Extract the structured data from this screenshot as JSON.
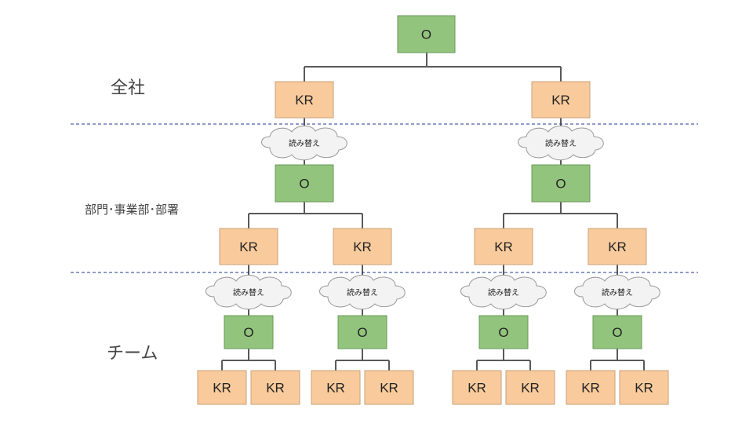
{
  "levels": {
    "company": "全社",
    "division": "部門･事業部･部署",
    "team": "チーム"
  },
  "objective_label": "O",
  "key_result_label": "KR",
  "translate_label": "読み替え",
  "colors": {
    "objective_fill": "#93c47d",
    "objective_stroke": "#6a9a57",
    "key_result_fill": "#f9cb9c",
    "key_result_stroke": "#c9a07a",
    "connector": "#595959",
    "separator": "#1f3a93",
    "cloud_fill": "#f3f3f3",
    "cloud_stroke": "#999999"
  }
}
